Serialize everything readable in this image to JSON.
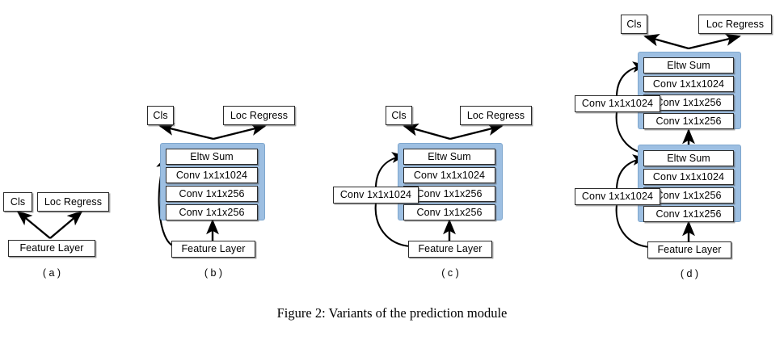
{
  "figure": {
    "caption": "Figure 2:  Variants of the prediction module",
    "colors": {
      "panel_fill": "#9DBFE2",
      "panel_border": "#7FA7CE",
      "box_border": "#2b2b2b",
      "box_fill": "#ffffff",
      "text": "#000000"
    },
    "labels": {
      "cls": "Cls",
      "loc_regress": "Loc Regress",
      "eltw_sum": "Eltw Sum",
      "conv_1024": "Conv 1x1x1024",
      "conv_256": "Conv 1x1x256",
      "feature_layer": "Feature Layer"
    }
  },
  "panels": [
    {
      "id": "a",
      "subcaption": "( a )",
      "outputs": [
        "Cls",
        "Loc Regress"
      ],
      "input": "Feature Layer",
      "blocks": []
    },
    {
      "id": "b",
      "subcaption": "( b )",
      "outputs": [
        "Cls",
        "Loc Regress"
      ],
      "input": "Feature Layer",
      "side_conv": null,
      "blocks": [
        {
          "layers": [
            "Eltw Sum",
            "Conv 1x1x1024",
            "Conv 1x1x256",
            "Conv 1x1x256"
          ]
        }
      ]
    },
    {
      "id": "c",
      "subcaption": "( c )",
      "outputs": [
        "Cls",
        "Loc Regress"
      ],
      "input": "Feature Layer",
      "side_conv": "Conv 1x1x1024",
      "blocks": [
        {
          "layers": [
            "Eltw Sum",
            "Conv 1x1x1024",
            "Conv 1x1x256",
            "Conv 1x1x256"
          ]
        }
      ]
    },
    {
      "id": "d",
      "subcaption": "( d )",
      "outputs": [
        "Cls",
        "Loc Regress"
      ],
      "input": "Feature Layer",
      "side_conv": "Conv 1x1x1024",
      "blocks": [
        {
          "layers": [
            "Eltw Sum",
            "Conv 1x1x1024",
            "Conv 1x1x256",
            "Conv 1x1x256"
          ]
        },
        {
          "layers": [
            "Eltw Sum",
            "Conv 1x1x1024",
            "Conv 1x1x256",
            "Conv 1x1x256"
          ]
        }
      ]
    }
  ]
}
